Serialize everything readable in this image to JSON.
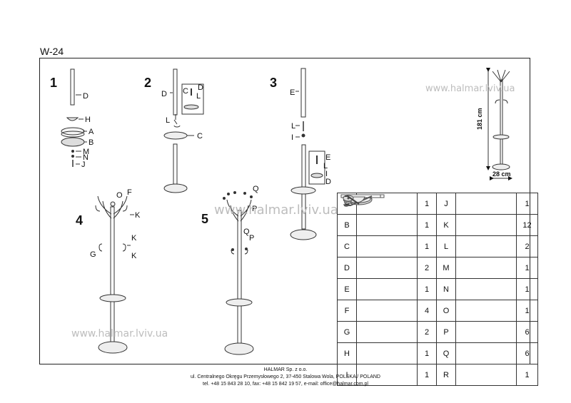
{
  "model_code": "W-24",
  "watermark": "www.halmar.lviv.ua",
  "steps": [
    "1",
    "2",
    "3",
    "4",
    "5"
  ],
  "step_labels": {
    "s1": [
      "D",
      "H",
      "A",
      "B",
      "M",
      "N",
      "J"
    ],
    "s2": [
      "D",
      "C",
      "D",
      "L",
      "L",
      "C"
    ],
    "s3": [
      "E",
      "L",
      "I",
      "E",
      "L",
      "I",
      "D"
    ],
    "s4": [
      "O",
      "F",
      "K",
      "K",
      "G",
      "K"
    ],
    "s5": [
      "Q",
      "P",
      "Q",
      "P"
    ]
  },
  "dimensions": {
    "height": "181 cm",
    "width": "28 cm"
  },
  "parts": [
    {
      "left": {
        "letter": "A",
        "qty": "1"
      },
      "right": {
        "letter": "J",
        "qty": "1"
      }
    },
    {
      "left": {
        "letter": "B",
        "qty": "1"
      },
      "right": {
        "letter": "K",
        "qty": "12"
      }
    },
    {
      "left": {
        "letter": "C",
        "qty": "1"
      },
      "right": {
        "letter": "L",
        "qty": "2"
      }
    },
    {
      "left": {
        "letter": "D",
        "qty": "2"
      },
      "right": {
        "letter": "M",
        "qty": "1"
      }
    },
    {
      "left": {
        "letter": "E",
        "qty": "1"
      },
      "right": {
        "letter": "N",
        "qty": "1"
      }
    },
    {
      "left": {
        "letter": "F",
        "qty": "4"
      },
      "right": {
        "letter": "O",
        "qty": "1"
      }
    },
    {
      "left": {
        "letter": "G",
        "qty": "2"
      },
      "right": {
        "letter": "P",
        "qty": "6"
      }
    },
    {
      "left": {
        "letter": "H",
        "qty": "1"
      },
      "right": {
        "letter": "Q",
        "qty": "6"
      }
    },
    {
      "left": {
        "letter": "I",
        "qty": "1"
      },
      "right": {
        "letter": "R",
        "qty": "1"
      }
    }
  ],
  "footer": {
    "company": "HALMAR Sp. z o.o.",
    "address": "ul. Centralnego Okręgu Przemysłowego 2, 37-450 Stalowa Wola, POLSKA / POLAND",
    "contact": "tel. +48 15 843 28 10, fax: +48 15 842 19 57, e-mail: office@halmar.com.pl"
  }
}
